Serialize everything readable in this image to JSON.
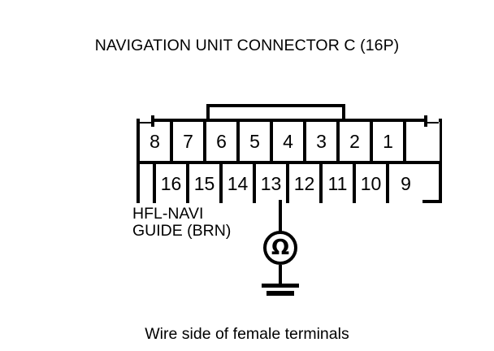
{
  "title": "NAVIGATION UNIT CONNECTOR C (16P)",
  "caption": "Wire side of female terminals",
  "connector": {
    "name": "NAVIGATION UNIT CONNECTOR C",
    "pin_count": "16P",
    "top_row": [
      "8",
      "7",
      "6",
      "5",
      "4",
      "3",
      "2",
      "1",
      ""
    ],
    "bottom_row": [
      "",
      "16",
      "15",
      "14",
      "13",
      "12",
      "11",
      "10",
      "9"
    ]
  },
  "wire": {
    "label_line1": "HFL-NAVI",
    "label_line2": "GUIDE (BRN)",
    "pin": "13",
    "color": "BRN"
  },
  "meter": {
    "symbol": "Ω",
    "type": "ohmmeter",
    "ground": "chassis-ground"
  },
  "colors": {
    "ink": "#000000",
    "background": "#ffffff"
  }
}
